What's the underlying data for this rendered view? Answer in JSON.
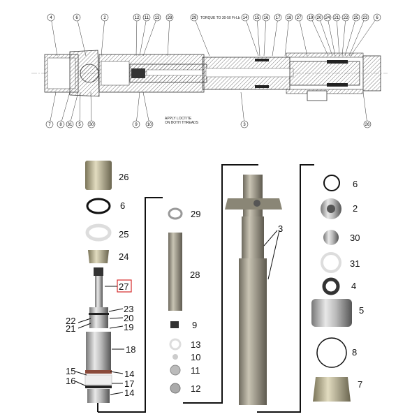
{
  "section_view": {
    "torque_note": "TORQUE TO 30-50 Ft-Lb",
    "loctite_note_line1": "APPLY LOCTITE",
    "loctite_note_line2": "ON BOTH THREADS",
    "top_callouts": [
      "4",
      "6",
      "2",
      "12",
      "11",
      "13",
      "28",
      "29",
      "14",
      "15",
      "16",
      "17",
      "18",
      "27",
      "19",
      "20",
      "24",
      "21",
      "22",
      "25",
      "23",
      "6"
    ],
    "bottom_callouts": [
      "7",
      "8",
      "31",
      "5",
      "30",
      "9",
      "10",
      "3",
      "26"
    ]
  },
  "exploded_view": {
    "column1": [
      "26",
      "6",
      "25",
      "24",
      "27",
      "23",
      "22",
      "20",
      "21",
      "19",
      "18",
      "15",
      "14",
      "16",
      "17",
      "14"
    ],
    "column2": [
      "29",
      "28",
      "9",
      "13",
      "10",
      "11",
      "12"
    ],
    "column3": [
      "3"
    ],
    "column4": [
      "6",
      "2",
      "30",
      "31",
      "4",
      "5",
      "8",
      "7"
    ],
    "highlighted_part": "27",
    "highlight_color": "#d62b2b"
  }
}
